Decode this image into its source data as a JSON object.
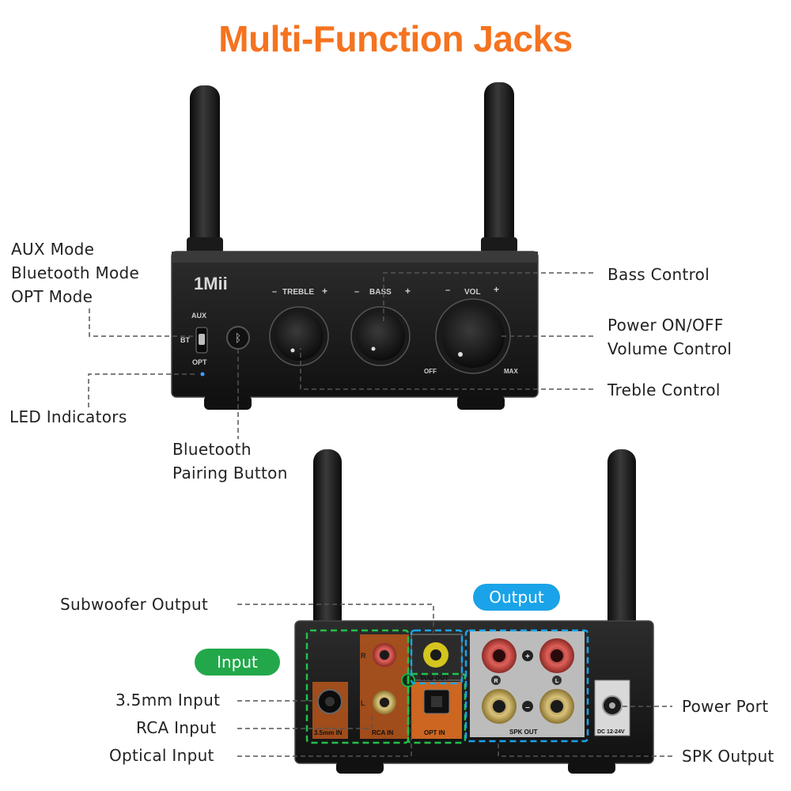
{
  "title": "Multi-Function Jacks",
  "colors": {
    "title": "#f5731f",
    "input": "#22a84a",
    "output": "#1aa3e8",
    "device": "#1f1f1f"
  },
  "front": {
    "brand": "1Mii",
    "knob_labels": {
      "treble": "TREBLE",
      "bass": "BASS",
      "vol": "VOL",
      "minus": "–",
      "plus": "+"
    },
    "switch_labels": {
      "aux": "AUX",
      "bt": "BT",
      "opt": "OPT"
    },
    "vol_marks": {
      "off": "OFF",
      "max": "MAX"
    },
    "callouts": {
      "modes": [
        "AUX Mode",
        "Bluetooth Mode",
        "OPT Mode"
      ],
      "led": "LED Indicators",
      "bt_button": [
        "Bluetooth",
        "Pairing Button"
      ],
      "bass": "Bass Control",
      "power_volume": [
        "Power ON/OFF",
        "Volume Control"
      ],
      "treble": "Treble Control"
    }
  },
  "back": {
    "pills": {
      "input": "Input",
      "output": "Output"
    },
    "port_labels": {
      "aux": "3.5mm IN",
      "rca": "RCA IN",
      "opt": "OPT IN",
      "sub": "SUB OUT",
      "spk": "SPK OUT",
      "dc": "DC 12-24V",
      "r": "R",
      "l": "L"
    },
    "callouts": {
      "subwoofer": "Subwoofer Output",
      "aux_in": "3.5mm Input",
      "rca_in": "RCA Input",
      "optical_in": "Optical Input",
      "power_port": "Power Port",
      "spk_out": "SPK Output"
    }
  }
}
